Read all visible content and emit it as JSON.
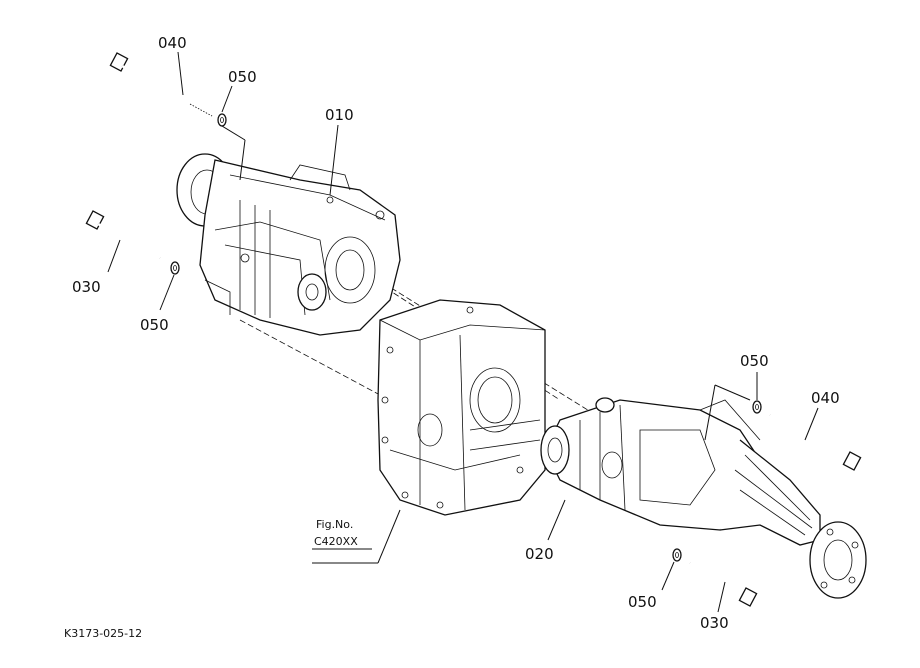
{
  "callouts": {
    "c040_top": "040",
    "c050_top": "050",
    "c010": "010",
    "c030_left": "030",
    "c050_left": "050",
    "c050_right": "050",
    "c040_right": "040",
    "c020": "020",
    "c050_bottom": "050",
    "c030_bottom": "030"
  },
  "figref": {
    "label": "Fig.No.",
    "number": "C420XX"
  },
  "drawing_code": "K3173-025-12"
}
